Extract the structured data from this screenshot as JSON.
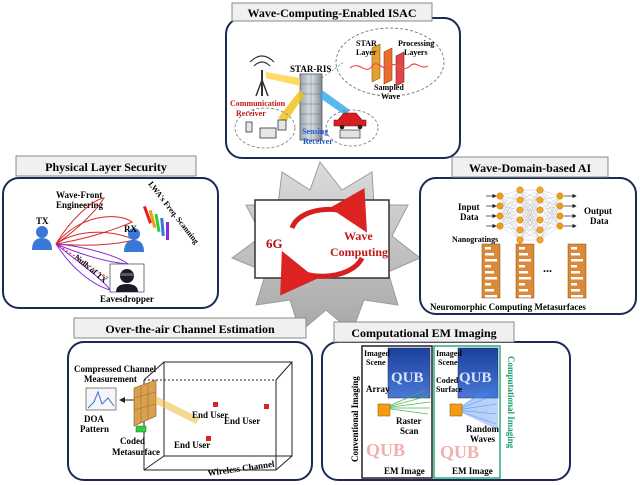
{
  "center": {
    "left_label": "6G",
    "right_label_1": "Wave",
    "right_label_2": "Computing"
  },
  "panels": {
    "isac": {
      "title": "Wave-Computing-Enabled ISAC",
      "star_ris": "STAR-RIS",
      "comm_1": "Communication",
      "comm_2": "Receiver",
      "sense_1": "Sensing",
      "sense_2": "Receiver",
      "star_layer_1": "STAR",
      "star_layer_2": "Layer",
      "proc_1": "Processing",
      "proc_2": "Layers",
      "sampled_1": "Sampled",
      "sampled_2": "Wave"
    },
    "pls": {
      "title": "Physical Layer Security",
      "wavefront_1": "Wave-Front",
      "wavefront_2": "Engineering",
      "tx": "TX",
      "rx": "RX",
      "lwa": "LWA's Freq. Scanning",
      "nulls": "Nulls of TX",
      "eaves": "Eavesdropper"
    },
    "wdai": {
      "title": "Wave-Domain-based AI",
      "input_1": "Input",
      "input_2": "Data",
      "output_1": "Output",
      "output_2": "Data",
      "nanogratings": "Nanogratings",
      "dots": "...",
      "neuro": "Neuromorphic Computing Metasurfaces"
    },
    "ota": {
      "title": "Over-the-air Channel Estimation",
      "cs_1": "Compressed Channel",
      "cs_2": "Measurement",
      "doa_1": "DOA",
      "doa_2": "Pattern",
      "coded_1": "Coded",
      "coded_2": "Metasurface",
      "eu1": "End User",
      "eu2": "End User",
      "eu3": "End User",
      "wireless": "Wireless Channel"
    },
    "cemi": {
      "title": "Computational EM Imaging",
      "conv": "Conventional Imaging",
      "comp": "Computational Imaging",
      "imaged_1": "Imaged",
      "imaged_2": "Scene",
      "imaged_b1": "Imaged",
      "imaged_b2": "Scene",
      "array": "Array",
      "coded_1": "Coded",
      "coded_2": "Surface",
      "raster_1": "Raster",
      "raster_2": "Scan",
      "random_1": "Random",
      "random_2": "Waves",
      "em1": "EM Image",
      "em2": "EM Image",
      "qub1": "QUB",
      "qub2": "QUB",
      "qub3": "QUB",
      "qub4": "QUB"
    }
  }
}
